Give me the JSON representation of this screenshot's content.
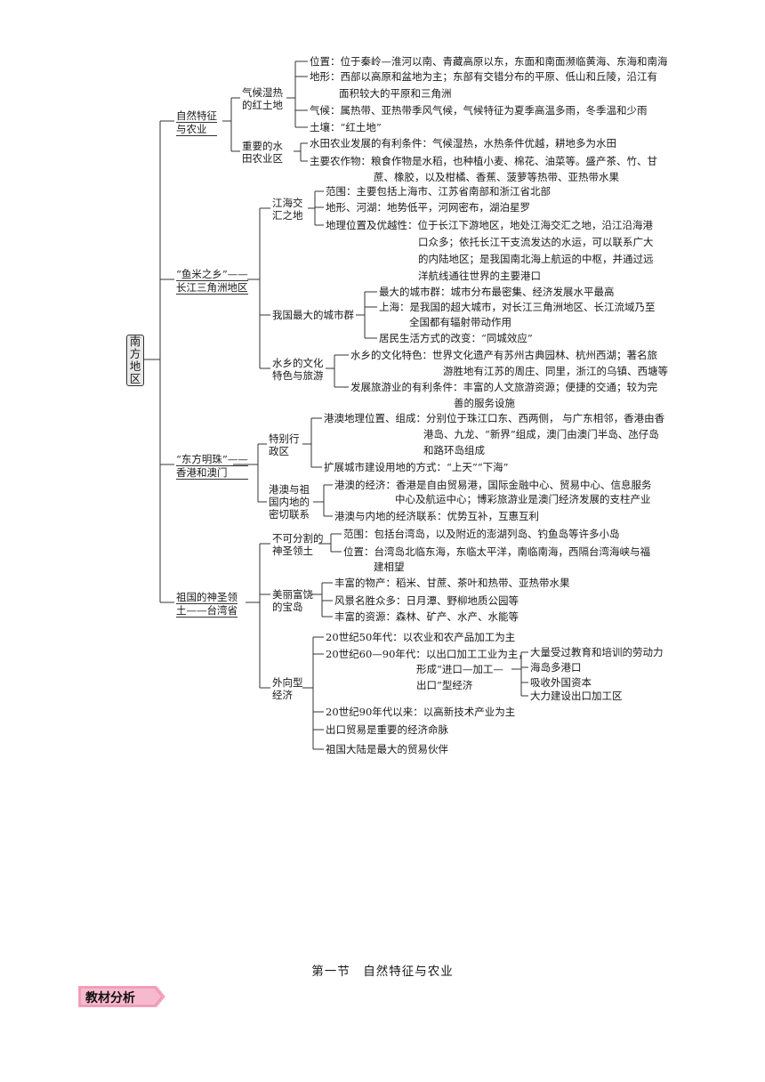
{
  "root": "南方地区",
  "nodes": {
    "a": [
      "自然特征",
      "与农业"
    ],
    "a1": [
      "气候湿热",
      "的红土地"
    ],
    "a2": [
      "重要的水",
      "田农业区"
    ],
    "b": [
      "“鱼米之乡”——",
      "长江三角洲地区"
    ],
    "b1": [
      "江海交",
      "汇之地"
    ],
    "b2": [
      "我国最大的城市群"
    ],
    "b3": [
      "水乡的文化",
      "特色与旅游"
    ],
    "c": [
      "“东方明珠”——",
      "香港和澳门"
    ],
    "c1": [
      "特别行",
      "政区"
    ],
    "c2": [
      "港澳与祖",
      "国内地的",
      "密切联系"
    ],
    "d": [
      "祖国的神圣领",
      "土——台湾省"
    ],
    "d1": [
      "不可分割的",
      "神圣领土"
    ],
    "d2": [
      "美丽富饶",
      "的宝岛"
    ],
    "d3": [
      "外向型",
      "经济"
    ]
  },
  "leaves": {
    "a1": [
      [
        "位置：位于秦岭—淮河以南、青藏高原以东，东面和南面濒临黄海、东海和南海"
      ],
      [
        "地形：西部以高原和盆地为主；东部有交错分布的平原、低山和丘陵，沿江有",
        "面积较大的平原和三角洲"
      ],
      [
        "气候：属热带、亚热带季风气候，气候特征为夏季高温多雨，冬季温和少雨"
      ],
      [
        "土壤：“红土地”"
      ]
    ],
    "a2": [
      [
        "水田农业发展的有利条件：气候湿热，水热条件优越，耕地多为水田"
      ],
      [
        "主要农作物：粮食作物是水稻，也种植小麦、棉花、油菜等。盛产茶、竹、甘",
        "蔗、橡胶，以及柑橘、香蕉、菠萝等热带、亚热带水果"
      ]
    ],
    "b1": [
      [
        "范围：主要包括上海市、江苏省南部和浙江省北部"
      ],
      [
        "地形、河湖：地势低平，河网密布，湖泊星罗"
      ],
      [
        "地理位置及优越性：位于长江下游地区，地处江海交汇之地，沿江沿海港",
        "口众多；依托长江干支流发达的水运，可以联系广大",
        "的内陆地区；是我国南北海上航运的中枢，并通过远",
        "洋航线通往世界的主要港口"
      ]
    ],
    "b2": [
      [
        "最大的城市群：城市分布最密集、经济发展水平最高"
      ],
      [
        "上海：是我国的超大城市，对长江三角洲地区、长江流域乃至",
        "全国都有辐射带动作用"
      ],
      [
        "居民生活方式的改变：“同城效应”"
      ]
    ],
    "b3": [
      [
        "水乡的文化特色：世界文化遗产有苏州古典园林、杭州西湖；著名旅",
        "游胜地有江苏的周庄、同里，浙江的乌镇、西塘等"
      ],
      [
        "发展旅游业的有利条件：丰富的人文旅游资源；便捷的交通；较为完",
        "善的服务设施"
      ]
    ],
    "c1": [
      [
        "港澳地理位置、组成：分别位于珠江口东、西两侧， 与广东相邻，香港由香",
        "港岛、九龙、“新界”组成，澳门由澳门半岛、氹仔岛",
        "和路环岛组成"
      ],
      [
        "扩展城市建设用地的方式：“上天”“下海”"
      ]
    ],
    "c2": [
      [
        "港澳的经济：香港是自由贸易港，国际金融中心、贸易中心、信息服务",
        "中心及航运中心；博彩旅游业是澳门经济发展的支柱产业"
      ],
      [
        "港澳与内地的经济联系：优势互补，互惠互利"
      ]
    ],
    "d1": [
      [
        "范围：包括台湾岛，以及附近的澎湖列岛、钓鱼岛等许多小岛"
      ],
      [
        "位置：台湾岛北临东海，东临太平洋，南临南海，西隔台湾海峡与福",
        "建相望"
      ]
    ],
    "d2": [
      [
        "丰富的物产：稻米、甘蔗、茶叶和热带、亚热带水果"
      ],
      [
        "风景名胜众多：日月潭、野柳地质公园等"
      ],
      [
        "丰富的资源：森林、矿产、水产、水能等"
      ]
    ],
    "d3": [
      [
        "20世纪50年代：以农业和农产品加工为主"
      ],
      [
        "20世纪60—90年代：以出口加工工业为主，",
        "形成“进口—加工—",
        "出口”型经济"
      ],
      [
        "20世纪90年代以来：以高新技术产业为主"
      ],
      [
        "出口贸易是重要的经济命脉"
      ],
      [
        "祖国大陆是最大的贸易伙伴"
      ]
    ],
    "d3b": [
      [
        "大量受过教育和培训的劳动力"
      ],
      [
        "海岛多港口"
      ],
      [
        "吸收外国资本"
      ],
      [
        "大力建设出口加工区"
      ]
    ]
  },
  "section_title": "第一节　自然特征与农业",
  "badge": "教材分析",
  "colors": {
    "badge_pink": "#f4a7c0",
    "line": "#333333"
  }
}
